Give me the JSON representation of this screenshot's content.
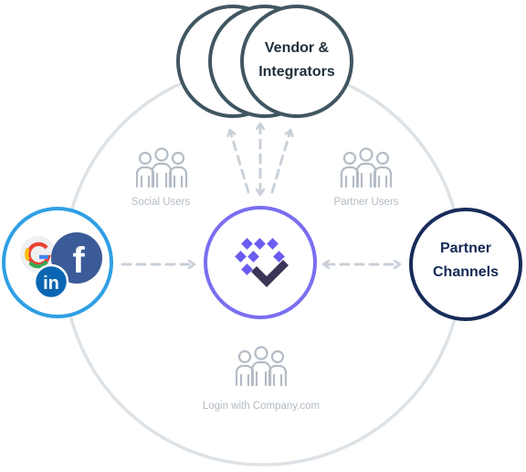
{
  "nodes": {
    "vendor": {
      "line1": "Vendor &",
      "line2": "Integrators"
    },
    "partner_channels": {
      "line1": "Partner",
      "line2": "Channels"
    },
    "social": {
      "icons": [
        "google-icon",
        "facebook-icon",
        "linkedin-icon"
      ],
      "facebook_glyph": "f",
      "linkedin_glyph": "in"
    },
    "center": {
      "icon": "brand-logo-icon"
    }
  },
  "groups": {
    "social_users": "Social Users",
    "partner_users": "Partner Users",
    "company_login": "Login with Company.com"
  },
  "colors": {
    "ring": "#dde2e6",
    "arrows": "#c9d0d8",
    "vendor_outline": "#415662",
    "partner_outline": "#172c59",
    "social_outline": "#2f9fe4",
    "center_outline": "#7a6ef0",
    "facebook": "#3b5b98",
    "linkedin": "#0a66b2",
    "logo_purple": "#6a5cf0",
    "logo_dark": "#3b3556",
    "people_icon": "#b4bcc5"
  }
}
